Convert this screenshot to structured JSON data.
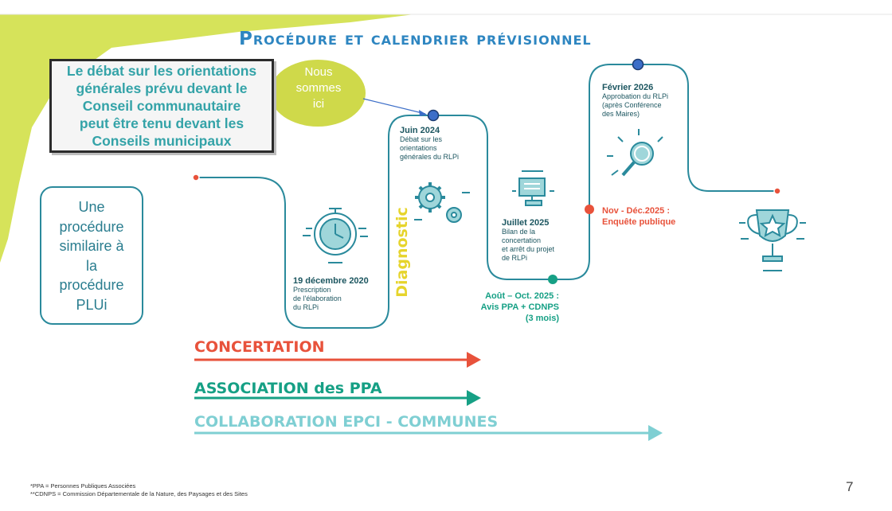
{
  "slide": {
    "title": "Procédure et calendrier prévisionnel",
    "callout": {
      "lines": [
        "Le débat sur les orientations",
        "générales prévu devant le",
        "Conseil communautaire",
        "peut être tenu devant les",
        "Conseils municipaux"
      ]
    },
    "bubble": {
      "lines": [
        "Nous",
        "sommes",
        "ici"
      ]
    },
    "similar_box": {
      "lines": [
        "Une",
        "procédure",
        "similaire à",
        "la",
        "procédure",
        "PLUi"
      ]
    },
    "diagnostic_label": "Diagnostic",
    "steps": {
      "prescription": {
        "title": "19 décembre 2020",
        "desc": [
          "Prescription",
          "de l'élaboration",
          "du RLPi"
        ]
      },
      "debat": {
        "title": "Juin 2024",
        "desc": [
          "Débat sur les",
          "orientations",
          "générales du RLPi"
        ]
      },
      "bilan": {
        "title": "Juillet 2025",
        "desc": [
          "Bilan de la",
          "concertation",
          "et arrêt du projet",
          "de RLPi"
        ]
      },
      "avis": {
        "lines": [
          "Août – Oct. 2025 :",
          "Avis PPA + CDNPS",
          "(3 mois)"
        ]
      },
      "enquete": {
        "lines": [
          "Nov - Déc.2025 :",
          "Enquête publique"
        ]
      },
      "approbation": {
        "title": "Février 2026",
        "desc": [
          "Approbation du RLPi",
          "(après Conférence",
          "des Maires)"
        ]
      }
    },
    "arrows": [
      {
        "label": "CONCERTATION",
        "color": "#e8523b"
      },
      {
        "label": "ASSOCIATION des PPA",
        "color": "#16a085"
      },
      {
        "label": "COLLABORATION EPCI - COMMUNES",
        "color": "#7fcfd3"
      }
    ],
    "footnotes": [
      "*PPA = Personnes Publiques Associées",
      "**CDNPS = Commission Départementale de la Nature, des Paysages et des Sites"
    ],
    "page_number": "7"
  },
  "colors": {
    "accent_teal": "#2a8a9c",
    "title_blue": "#2e86c1",
    "diagnostic_yellow": "#e6d42c",
    "bubble_green": "#cfd94a",
    "corner_green": "#d6e35a",
    "red": "#e8523b",
    "green": "#16a085",
    "light_teal": "#7fcfd3"
  },
  "icons": [
    "stopwatch-icon",
    "gears-icon",
    "computer-icon",
    "magnifier-icon",
    "trophy-icon"
  ]
}
